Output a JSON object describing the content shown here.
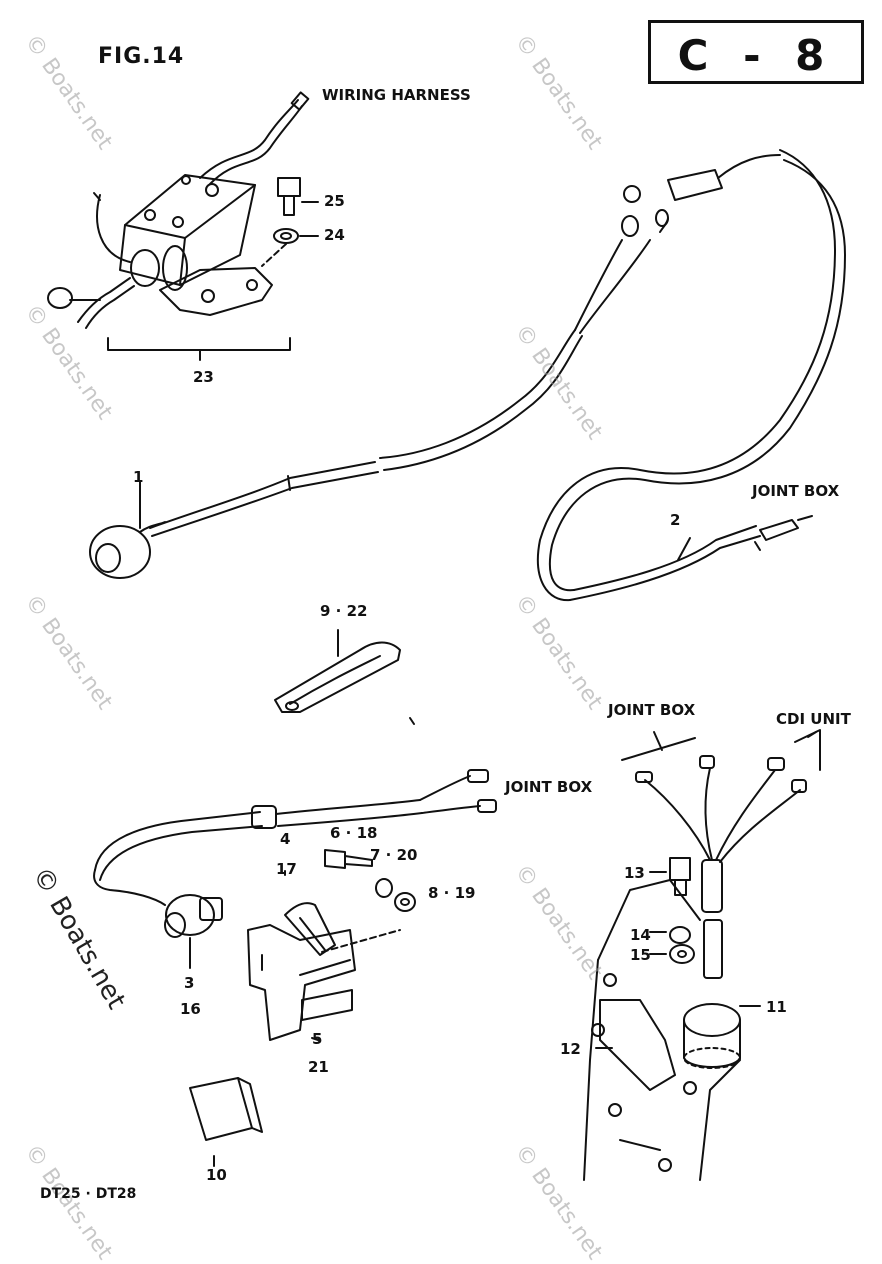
{
  "figure": {
    "title": "FIG.14",
    "code": "C - 8"
  },
  "labels": {
    "wiring_harness": "WIRING HARNESS",
    "joint_box_top": "JOINT BOX",
    "joint_box_mid": "JOINT BOX",
    "joint_box_bottom": "JOINT BOX",
    "cdi_unit": "CDI UNIT"
  },
  "callouts": {
    "c1": "1",
    "c2": "2",
    "c3": "3",
    "c16": "16",
    "c4": "4",
    "c17": "17",
    "c5": "5",
    "c21": "21",
    "c6_18": "6 · 18",
    "c7_20": "7 · 20",
    "c8_19": "8 · 19",
    "c9_22": "9 · 22",
    "c10": "10",
    "c11": "11",
    "c12": "12",
    "c13": "13",
    "c14": "14",
    "c15": "15",
    "c23": "23",
    "c24": "24",
    "c25": "25"
  },
  "watermark": "© Boats.net",
  "footer": "DT25 · DT28"
}
